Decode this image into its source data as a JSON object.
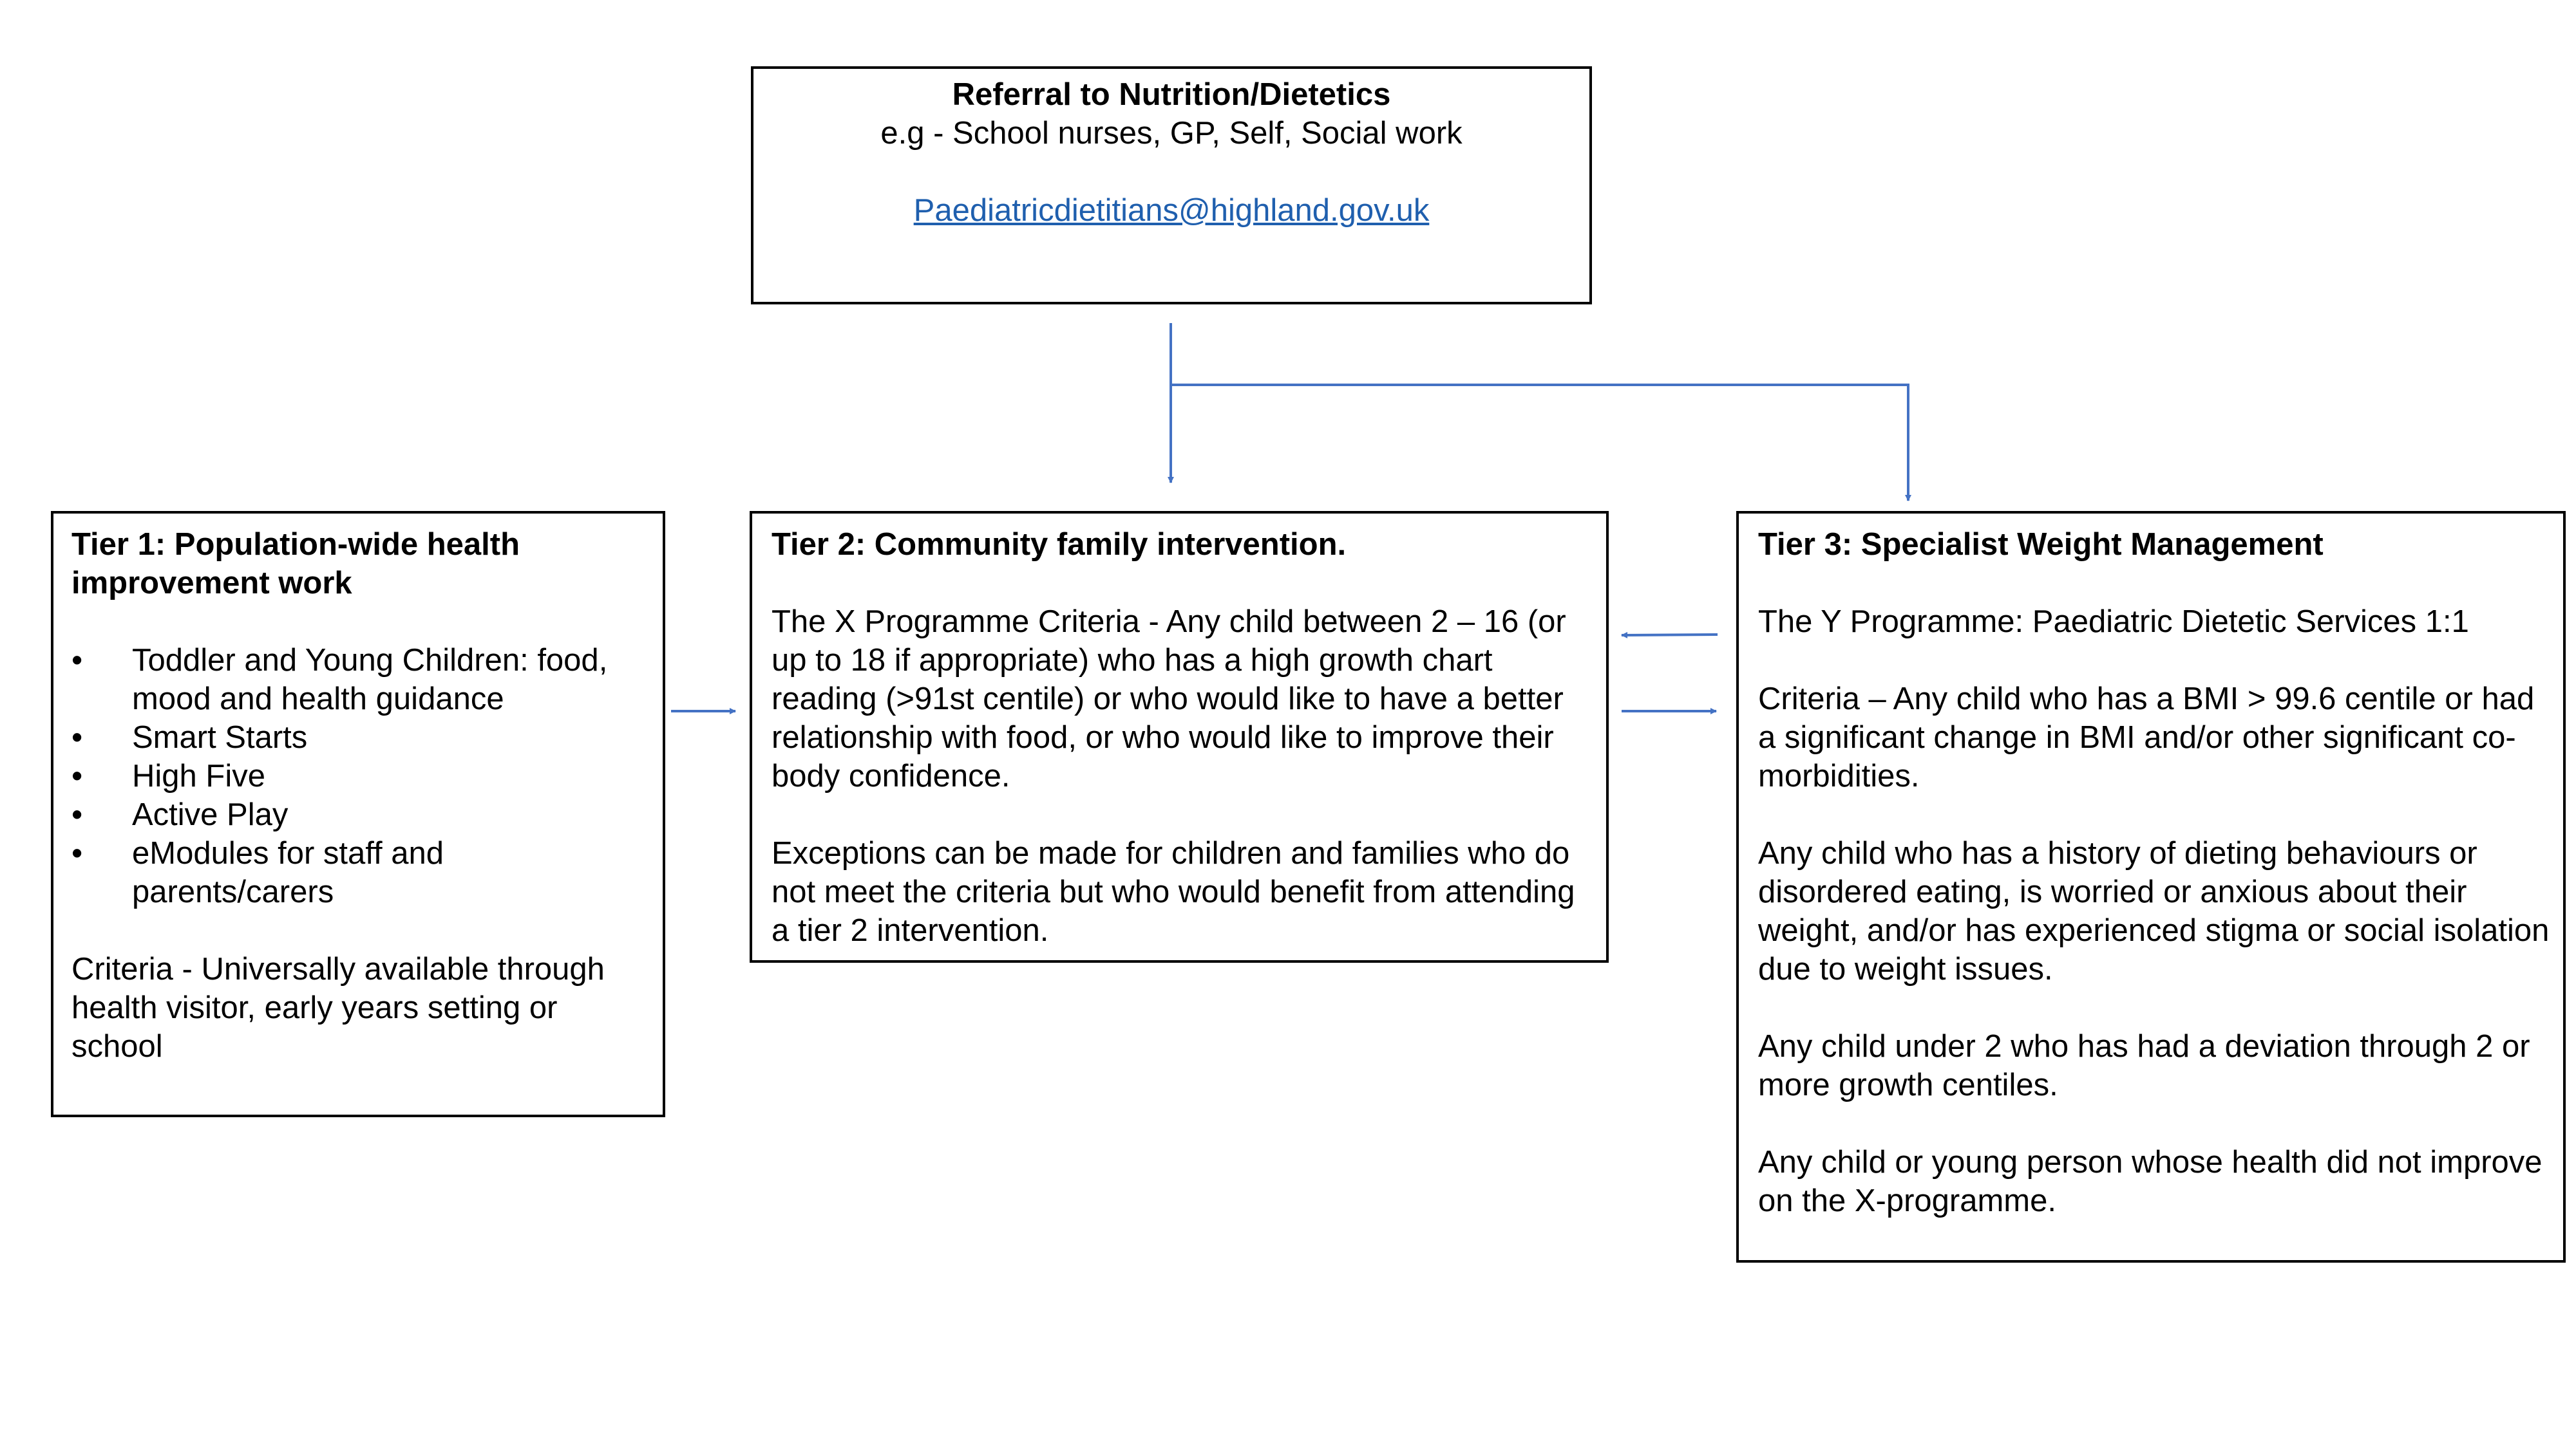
{
  "referral": {
    "title": "Referral to Nutrition/Dietetics",
    "examples": "e.g - School nurses, GP, Self, Social work",
    "email": "Paediatricdietitians@highland.gov.uk"
  },
  "tier1": {
    "title": "Tier 1: Population-wide health improvement work",
    "items": [
      "Toddler and Young Children: food, mood and health guidance",
      "Smart Starts",
      "High Five",
      "Active Play",
      "eModules for staff and parents/carers"
    ],
    "criteria": "Criteria - Universally available through health visitor, early years setting or school"
  },
  "tier2": {
    "title": "Tier 2: Community family intervention.",
    "criteria": "The X Programme Criteria - Any child between   2 – 16 (or up to 18 if appropriate) who has a high growth chart reading (>91st centile) or who would like to have a better relationship with food, or who would like to improve their body confidence.",
    "exceptions": "Exceptions can be made for children and families who do not meet the criteria but who would benefit from attending a tier 2 intervention."
  },
  "tier3": {
    "title": "Tier 3: Specialist Weight Management",
    "programme": "The Y Programme: Paediatric Dietetic Services 1:1",
    "criteria": "Criteria – Any child who has a BMI > 99.6 centile or had a significant change in BMI and/or other significant co-morbidities.",
    "dieting": "Any child who has a history of dieting behaviours or disordered eating, is worried or anxious about their weight, and/or has experienced stigma or social isolation due to weight issues.",
    "under_two": "Any child under 2 who has had a deviation through 2 or more growth centiles.",
    "x_programme": "Any child or young person whose health did not improve on the X-programme."
  },
  "colors": {
    "arrow": "#4472c4",
    "link": "#1f5fae",
    "border": "#000000"
  }
}
